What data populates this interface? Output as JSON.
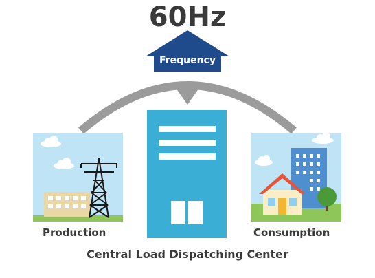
{
  "frequency": {
    "value": "60Hz",
    "label": "Frequency"
  },
  "nodes": {
    "production": "Production",
    "consumption": "Consumption",
    "center": "Central Load Dispatching Center"
  },
  "colors": {
    "arrow": "#1f4a8c",
    "arc": "#9b9b9b",
    "building": "#3baed6",
    "sky": "#bfe4f6",
    "grass": "#8fc65a",
    "text": "#3a3a3a"
  }
}
